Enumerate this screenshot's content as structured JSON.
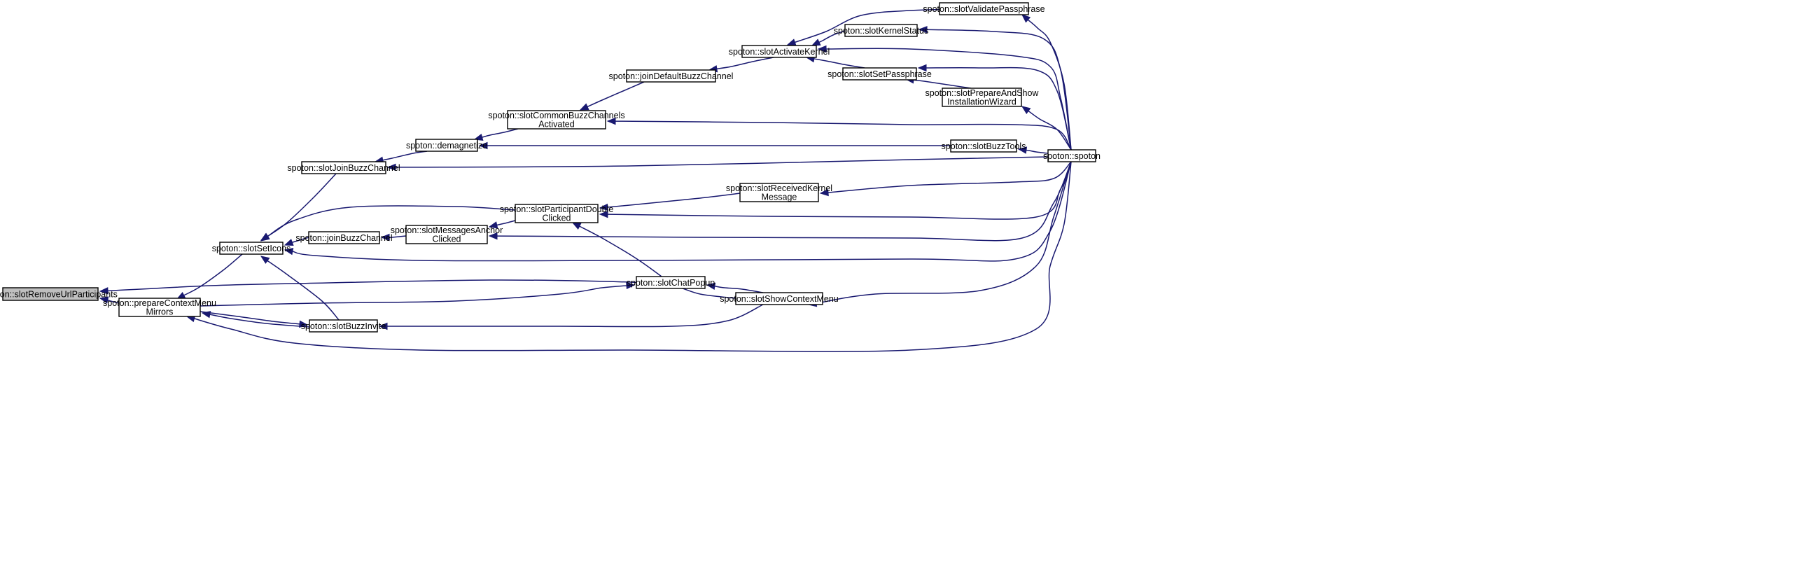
{
  "colors": {
    "node_fill": "#ffffff",
    "highlight_fill": "#bfbfbf",
    "node_border": "#000000",
    "edge": "#191970",
    "text": "#000000"
  },
  "nodes": [
    {
      "id": "removeUrl",
      "lines": [
        "spoton::slotRemoveUrlParticipants"
      ],
      "highlight": true
    },
    {
      "id": "prepareCtx",
      "lines": [
        "spoton::prepareContextMenu",
        "Mirrors"
      ]
    },
    {
      "id": "setIcons",
      "lines": [
        "spoton::slotSetIcons"
      ]
    },
    {
      "id": "joinBuzz",
      "lines": [
        "spoton::slotJoinBuzzChannel"
      ]
    },
    {
      "id": "buzzInvite",
      "lines": [
        "spoton::slotBuzzInvite"
      ]
    },
    {
      "id": "joinBuzzCh",
      "lines": [
        "spoton::joinBuzzChannel"
      ]
    },
    {
      "id": "demag",
      "lines": [
        "spoton::demagnetize"
      ]
    },
    {
      "id": "msgAnchor",
      "lines": [
        "spoton::slotMessagesAnchor",
        "Clicked"
      ]
    },
    {
      "id": "commonBuzz",
      "lines": [
        "spoton::slotCommonBuzzChannels",
        "Activated"
      ]
    },
    {
      "id": "partDbl",
      "lines": [
        "spoton::slotParticipantDouble",
        "Clicked"
      ]
    },
    {
      "id": "joinDefault",
      "lines": [
        "spoton::joinDefaultBuzzChannel"
      ]
    },
    {
      "id": "chatPopup",
      "lines": [
        "spoton::slotChatPopup"
      ]
    },
    {
      "id": "activateKernel",
      "lines": [
        "spoton::slotActivateKernel"
      ]
    },
    {
      "id": "recvKernel",
      "lines": [
        "spoton::slotReceivedKernel",
        "Message"
      ]
    },
    {
      "id": "showCtx",
      "lines": [
        "spoton::slotShowContextMenu"
      ]
    },
    {
      "id": "kernelStatus",
      "lines": [
        "spoton::slotKernelStatus"
      ]
    },
    {
      "id": "setPass",
      "lines": [
        "spoton::slotSetPassphrase"
      ]
    },
    {
      "id": "validatePass",
      "lines": [
        "spoton::slotValidatePassphrase"
      ]
    },
    {
      "id": "prepareShow",
      "lines": [
        "spoton::slotPrepareAndShow",
        "InstallationWizard"
      ]
    },
    {
      "id": "buzzTools",
      "lines": [
        "spoton::slotBuzzTools"
      ]
    },
    {
      "id": "spoton",
      "lines": [
        "spoton::spoton"
      ]
    }
  ],
  "edges": [
    {
      "from": "prepareCtx",
      "to": "removeUrl"
    },
    {
      "from": "showCtx",
      "to": "removeUrl"
    },
    {
      "from": "setIcons",
      "to": "prepareCtx"
    },
    {
      "from": "buzzInvite",
      "to": "prepareCtx"
    },
    {
      "from": "spoton",
      "to": "prepareCtx"
    },
    {
      "from": "joinBuzz",
      "to": "setIcons"
    },
    {
      "from": "joinBuzzCh",
      "to": "setIcons"
    },
    {
      "from": "partDbl",
      "to": "setIcons"
    },
    {
      "from": "spoton",
      "to": "setIcons"
    },
    {
      "from": "buzzInvite",
      "to": "setIcons"
    },
    {
      "from": "demag",
      "to": "joinBuzz"
    },
    {
      "from": "spoton",
      "to": "joinBuzz"
    },
    {
      "from": "msgAnchor",
      "to": "joinBuzzCh"
    },
    {
      "from": "prepareCtx",
      "to": "buzzInvite"
    },
    {
      "from": "showCtx",
      "to": "buzzInvite"
    },
    {
      "from": "commonBuzz",
      "to": "demag"
    },
    {
      "from": "buzzTools",
      "to": "demag"
    },
    {
      "from": "partDbl",
      "to": "msgAnchor"
    },
    {
      "from": "spoton",
      "to": "msgAnchor"
    },
    {
      "from": "joinDefault",
      "to": "commonBuzz"
    },
    {
      "from": "spoton",
      "to": "commonBuzz"
    },
    {
      "from": "recvKernel",
      "to": "partDbl"
    },
    {
      "from": "spoton",
      "to": "partDbl"
    },
    {
      "from": "chatPopup",
      "to": "partDbl"
    },
    {
      "from": "activateKernel",
      "to": "joinDefault"
    },
    {
      "from": "prepareCtx",
      "to": "chatPopup"
    },
    {
      "from": "showCtx",
      "to": "chatPopup"
    },
    {
      "from": "kernelStatus",
      "to": "activateKernel"
    },
    {
      "from": "validatePass",
      "to": "activateKernel"
    },
    {
      "from": "setPass",
      "to": "activateKernel"
    },
    {
      "from": "spoton",
      "to": "activateKernel"
    },
    {
      "from": "spoton",
      "to": "recvKernel"
    },
    {
      "from": "spoton",
      "to": "showCtx"
    },
    {
      "from": "spoton",
      "to": "kernelStatus"
    },
    {
      "from": "spoton",
      "to": "setPass"
    },
    {
      "from": "prepareShow",
      "to": "setPass"
    },
    {
      "from": "spoton",
      "to": "validatePass"
    },
    {
      "from": "spoton",
      "to": "prepareShow"
    },
    {
      "from": "spoton",
      "to": "buzzTools"
    }
  ]
}
